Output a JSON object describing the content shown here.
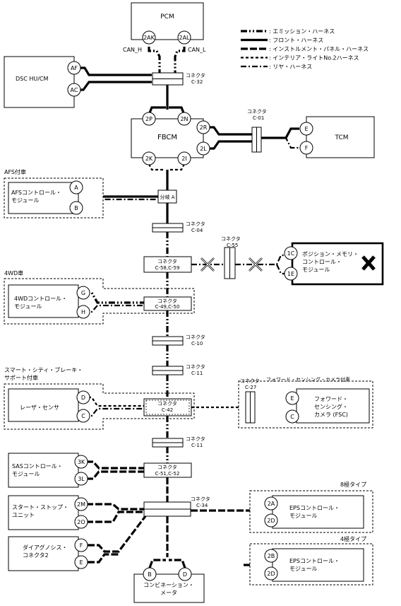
{
  "legend": [
    {
      "style": "emission",
      "text": ": エミッション・ハーネス"
    },
    {
      "style": "front",
      "text": ": フロント・ハーネス"
    },
    {
      "style": "panel",
      "text": ": インストルメント・パネル・ハーネス"
    },
    {
      "style": "interior",
      "text": ": インテリア・ライトNo.2ハーネス"
    },
    {
      "style": "rear",
      "text": ": リヤ・ハーネス"
    }
  ],
  "modules": {
    "pcm": "PCM",
    "dsc": "DSC HU/CM",
    "fbcm": "FBCM",
    "tcm": "TCM",
    "afs": [
      "AFSコントロール・",
      "モジュール"
    ],
    "pos": [
      "ポジション・メモリ・",
      "コントロール・",
      "モジュール"
    ],
    "fwd4": [
      "4WDコントロール・",
      "モジュール"
    ],
    "laser": "レーザ・センサ",
    "fsc": [
      "フォワード・",
      "センシング・",
      "カメラ (FSC)"
    ],
    "sas": [
      "SASコントロール・",
      "モジュール"
    ],
    "ss": [
      "スタート・ストップ・",
      "ユニット"
    ],
    "diag": [
      "ダイアグノシス・",
      "コネクタ2"
    ],
    "eps8": [
      "EPSコントロール・",
      "モジュール"
    ],
    "eps4": [
      "EPSコントロール・",
      "モジュール"
    ],
    "combi": [
      "コンビネーション・",
      "メータ"
    ]
  },
  "groups": {
    "afs": "AFS付車",
    "fwd4": "4WD車",
    "scbs": [
      "スマート・シティ・ブレーキ・",
      "サポート付車"
    ],
    "fsc": "フォワード・センシング・カメラ付車",
    "eps8": "8極タイプ",
    "eps4": "4極タイプ"
  },
  "pins": {
    "pcm_2ak": "2AK",
    "pcm_2al": "2AL",
    "dsc_af": "AF",
    "dsc_ac": "AC",
    "fbcm_2p": "2P",
    "fbcm_2n": "2N",
    "fbcm_2r": "2R",
    "fbcm_2l": "2L",
    "fbcm_2k": "2K",
    "fbcm_2i": "2I",
    "tcm_e": "E",
    "tcm_f": "F",
    "afs_a": "A",
    "afs_b": "B",
    "pos_1c": "1C",
    "pos_1e": "1E",
    "fwd4_g": "G",
    "fwd4_h": "H",
    "laser_d": "D",
    "laser_c": "C",
    "fsc_e": "E",
    "fsc_c": "C",
    "sas_3k": "3K",
    "sas_3l": "3L",
    "ss_2m": "2M",
    "ss_2o": "2O",
    "diag_f": "F",
    "diag_e": "E",
    "eps8_2a": "2A",
    "eps8_2d": "2D",
    "eps4_2b": "2B",
    "eps4_2d": "2D",
    "combi_b": "B",
    "combi_d": "D"
  },
  "wires": {
    "can_h": "CAN_H",
    "can_l": "CAN_L"
  },
  "connector_word": "コネクタ",
  "connectors": {
    "c32": "C-32",
    "c01": "C-01",
    "bunki": "分岐 A",
    "c04": "C-04",
    "c55": "C-55",
    "c58": "C-58,C-59",
    "c49": "C-49,C-50",
    "c10": "C-10",
    "c11a": "C-11",
    "c42": "C-42",
    "c27": "C-27",
    "c11b": "C-11",
    "c51": "C-51,C-52",
    "c34": "C-34"
  }
}
